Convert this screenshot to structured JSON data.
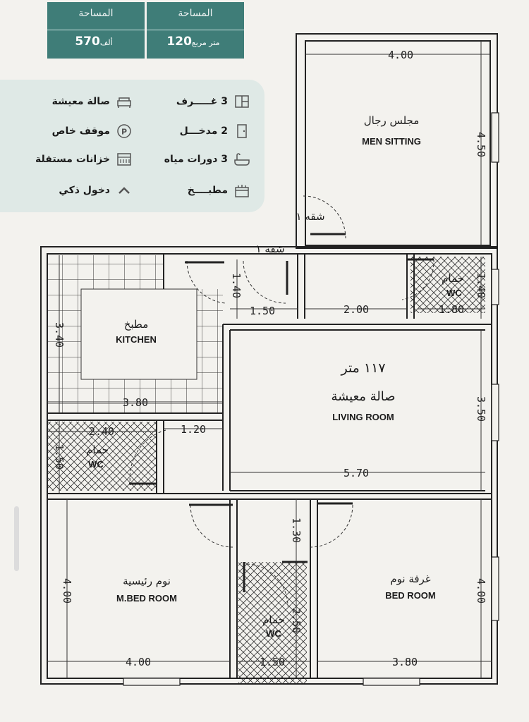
{
  "stats": [
    {
      "title": "المساحة",
      "value": "570",
      "unit": "ألف"
    },
    {
      "title": "المساحة",
      "value": "120",
      "unit": "متر مربع"
    }
  ],
  "features": {
    "rooms": "3 غـــــرف",
    "living": "صالة معيشة",
    "entrances": "2 مدخـــل",
    "parking": "موقف خاص",
    "bathrooms": "3 دورات مياه",
    "tanks": "خزانات مستقلة",
    "kitchen": "مطبــــخ",
    "smart": "دخول ذكي"
  },
  "rooms": {
    "men_sitting": {
      "ar": "مجلس رجال",
      "en": "MEN SITTING"
    },
    "kitchen": {
      "ar": "مطبخ",
      "en": "KITCHEN"
    },
    "living": {
      "area": "١١٧ متر",
      "ar": "صالة معيشة",
      "en": "LIVING ROOM"
    },
    "wc_top": {
      "ar": "حمام",
      "en": "WC"
    },
    "wc_left": {
      "ar": "حمام",
      "en": "WC"
    },
    "wc_bottom": {
      "ar": "حمام",
      "en": "WC"
    },
    "mbed": {
      "ar": "نوم رئيسية",
      "en": "M.BED ROOM"
    },
    "bed": {
      "ar": "غرفة نوم",
      "en": "BED ROOM"
    },
    "apt1": "شقه ١",
    "apt2": "شقه ١"
  },
  "dims": {
    "men_w": "4.00",
    "men_h": "4.50",
    "wc_top_h": "1.40",
    "wc_top_w": "1.80",
    "hall_w": "2.00",
    "hall2_w": "1.50",
    "corr_h": "1.40",
    "kitchen_h": "3.40",
    "kitchen_w": "3.80",
    "wc_left_w": "2.40",
    "wc_left_h": "1.50",
    "store_w": "1.20",
    "living_h": "3.50",
    "living_w": "5.70",
    "corr2_h": "1.30",
    "mbed_h": "4.00",
    "mbed_w": "4.00",
    "wc_bot_h": "2.50",
    "wc_bot_w": "1.50",
    "bed_h": "4.00",
    "bed_w": "3.80"
  },
  "colors": {
    "accent": "#3f7d78",
    "panel": "#dfe9e6",
    "wall": "#222222"
  }
}
